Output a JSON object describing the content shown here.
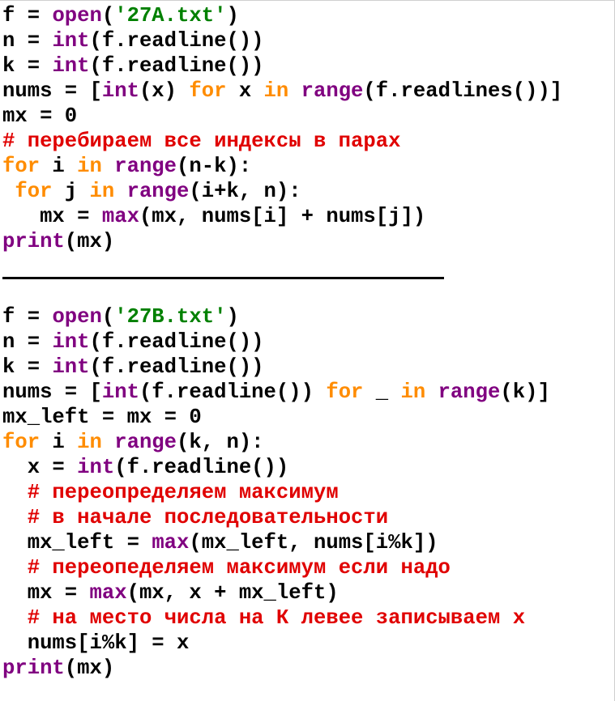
{
  "colors": {
    "keyword": "#ff8c00",
    "builtin": "#800080",
    "string": "#008000",
    "comment": "#e00000",
    "text": "#000000",
    "background": "#ffffff"
  },
  "blocks": [
    {
      "lines": [
        [
          {
            "t": "f = "
          },
          {
            "t": "open",
            "c": "fn"
          },
          {
            "t": "("
          },
          {
            "t": "'27A.txt'",
            "c": "str"
          },
          {
            "t": ")"
          }
        ],
        [
          {
            "t": "n = "
          },
          {
            "t": "int",
            "c": "fn"
          },
          {
            "t": "(f.readline())"
          }
        ],
        [
          {
            "t": "k = "
          },
          {
            "t": "int",
            "c": "fn"
          },
          {
            "t": "(f.readline())"
          }
        ],
        [
          {
            "t": "nums = ["
          },
          {
            "t": "int",
            "c": "fn"
          },
          {
            "t": "(x) "
          },
          {
            "t": "for",
            "c": "kw"
          },
          {
            "t": " x "
          },
          {
            "t": "in",
            "c": "kw"
          },
          {
            "t": " "
          },
          {
            "t": "range",
            "c": "fn"
          },
          {
            "t": "(f.readlines())]"
          }
        ],
        [
          {
            "t": "mx = 0"
          }
        ],
        [
          {
            "t": "# перебираем все индексы в парах",
            "c": "com"
          }
        ],
        [
          {
            "t": "for",
            "c": "kw"
          },
          {
            "t": " i "
          },
          {
            "t": "in",
            "c": "kw"
          },
          {
            "t": " "
          },
          {
            "t": "range",
            "c": "fn"
          },
          {
            "t": "(n-k):"
          }
        ],
        [
          {
            "t": " "
          },
          {
            "t": "for",
            "c": "kw"
          },
          {
            "t": " j "
          },
          {
            "t": "in",
            "c": "kw"
          },
          {
            "t": " "
          },
          {
            "t": "range",
            "c": "fn"
          },
          {
            "t": "(i+k, n):"
          }
        ],
        [
          {
            "t": "   mx = "
          },
          {
            "t": "max",
            "c": "fn"
          },
          {
            "t": "(mx, nums[i] + nums[j])"
          }
        ],
        [
          {
            "t": "print",
            "c": "fn"
          },
          {
            "t": "(mx)"
          }
        ]
      ]
    },
    {
      "lines": [
        [
          {
            "t": "f = "
          },
          {
            "t": "open",
            "c": "fn"
          },
          {
            "t": "("
          },
          {
            "t": "'27B.txt'",
            "c": "str"
          },
          {
            "t": ")"
          }
        ],
        [
          {
            "t": "n = "
          },
          {
            "t": "int",
            "c": "fn"
          },
          {
            "t": "(f.readline())"
          }
        ],
        [
          {
            "t": "k = "
          },
          {
            "t": "int",
            "c": "fn"
          },
          {
            "t": "(f.readline())"
          }
        ],
        [
          {
            "t": "nums = ["
          },
          {
            "t": "int",
            "c": "fn"
          },
          {
            "t": "(f.readline()) "
          },
          {
            "t": "for",
            "c": "kw"
          },
          {
            "t": " _ "
          },
          {
            "t": "in",
            "c": "kw"
          },
          {
            "t": " "
          },
          {
            "t": "range",
            "c": "fn"
          },
          {
            "t": "(k)]"
          }
        ],
        [
          {
            "t": "mx_left = mx = 0"
          }
        ],
        [
          {
            "t": "for",
            "c": "kw"
          },
          {
            "t": " i "
          },
          {
            "t": "in",
            "c": "kw"
          },
          {
            "t": " "
          },
          {
            "t": "range",
            "c": "fn"
          },
          {
            "t": "(k, n):"
          }
        ],
        [
          {
            "t": "  x = "
          },
          {
            "t": "int",
            "c": "fn"
          },
          {
            "t": "(f.readline())"
          }
        ],
        [
          {
            "t": "  "
          },
          {
            "t": "# переопределяем максимум",
            "c": "com"
          }
        ],
        [
          {
            "t": "  "
          },
          {
            "t": "# в начале последовательности",
            "c": "com"
          }
        ],
        [
          {
            "t": "  mx_left = "
          },
          {
            "t": "max",
            "c": "fn"
          },
          {
            "t": "(mx_left, nums[i%k])"
          }
        ],
        [
          {
            "t": "  "
          },
          {
            "t": "# переопеделяем максимум если надо",
            "c": "com"
          }
        ],
        [
          {
            "t": "  mx = "
          },
          {
            "t": "max",
            "c": "fn"
          },
          {
            "t": "(mx, x + mx_left)"
          }
        ],
        [
          {
            "t": "  "
          },
          {
            "t": "# на место числа на К левее записываем x",
            "c": "com"
          }
        ],
        [
          {
            "t": "  nums[i%k] = x"
          }
        ],
        [
          {
            "t": "print",
            "c": "fn"
          },
          {
            "t": "(mx)"
          }
        ]
      ]
    }
  ]
}
